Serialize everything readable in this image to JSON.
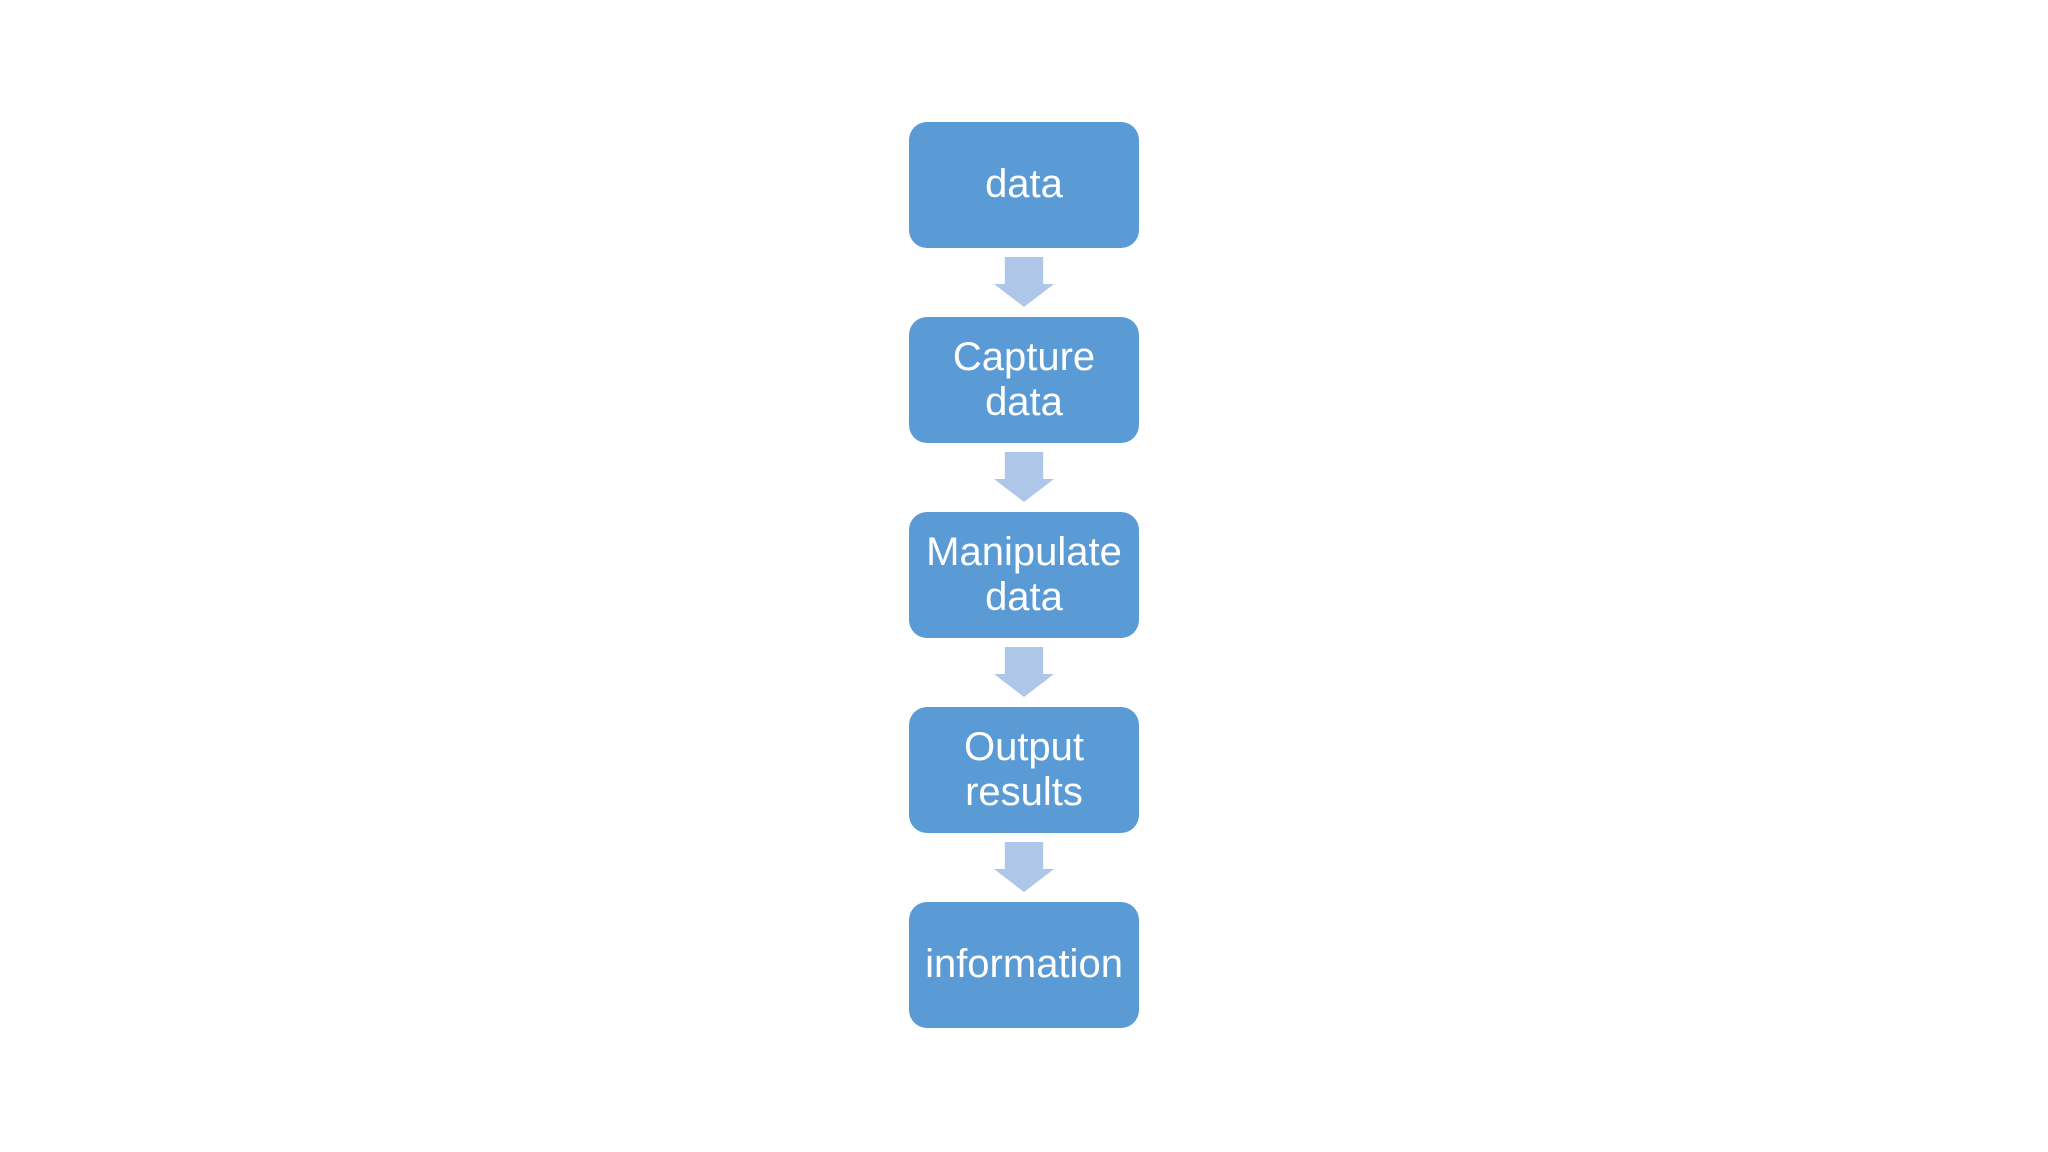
{
  "diagram": {
    "type": "vertical-process-flowchart",
    "steps": [
      {
        "label": "data"
      },
      {
        "label": "Capture data"
      },
      {
        "label": "Manipulate data"
      },
      {
        "label": "Output results"
      },
      {
        "label": "information"
      }
    ],
    "connector": "down-arrow",
    "colors": {
      "box_fill": "#5b9bd5",
      "arrow_fill": "#aec6e8",
      "text": "#ffffff",
      "background": "#ffffff"
    }
  }
}
